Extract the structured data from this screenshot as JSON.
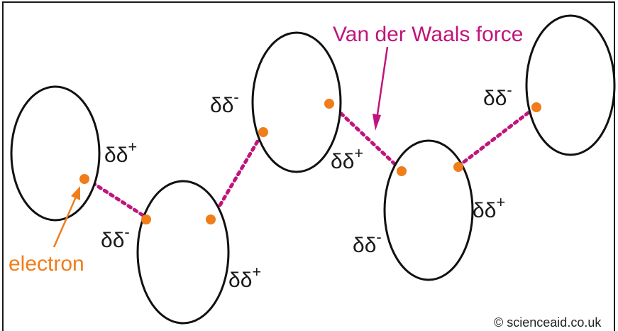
{
  "diagram": {
    "charge_labels": [
      {
        "base": "δδ",
        "sign": "+"
      },
      {
        "base": "δδ",
        "sign": "-"
      },
      {
        "base": "δδ",
        "sign": "+"
      },
      {
        "base": "δδ",
        "sign": "-"
      },
      {
        "base": "δδ",
        "sign": "+"
      },
      {
        "base": "δδ",
        "sign": "-"
      },
      {
        "base": "δδ",
        "sign": "+"
      },
      {
        "base": "δδ",
        "sign": "-"
      }
    ],
    "electron_label": "electron",
    "force_label": "Van der Waals force",
    "copyright": "© scienceaid.co.uk"
  },
  "colors": {
    "electron": "#f07d1a",
    "force": "#c0147c",
    "outline": "#111111"
  }
}
